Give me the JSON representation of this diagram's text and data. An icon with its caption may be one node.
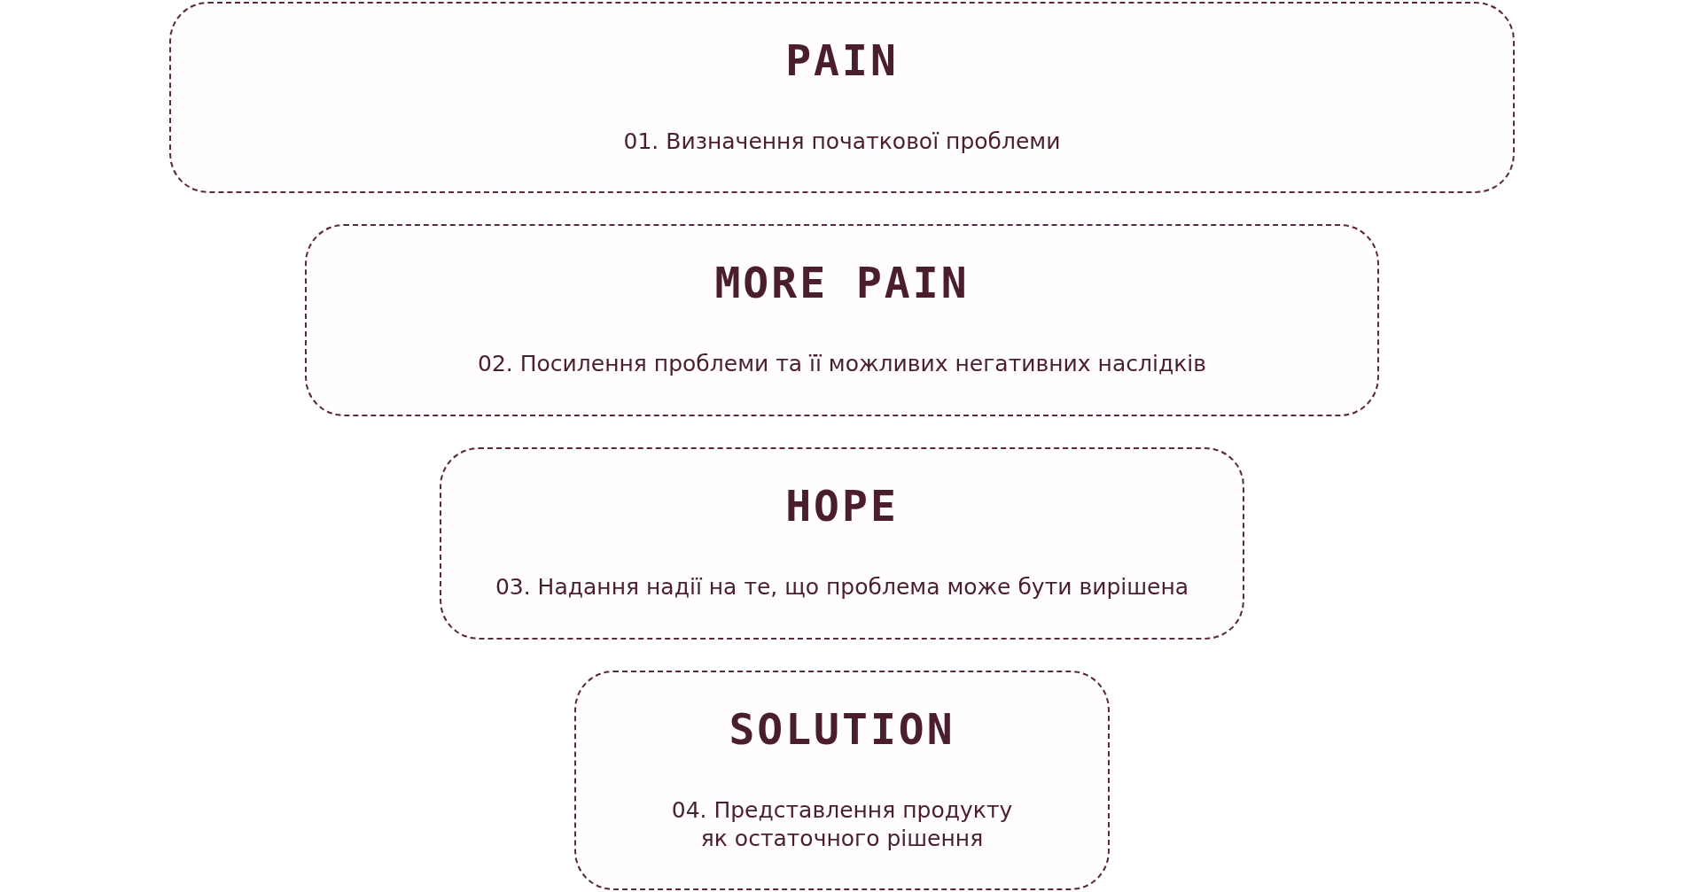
{
  "diagram": {
    "nodes": [
      {
        "text": [
          "PAIN",
          "01. Визначення початкової проблеми"
        ]
      },
      {
        "text": [
          "MORE PAIN",
          "02. Посилення проблеми та її можливих негативних наслідків"
        ]
      },
      {
        "text": [
          "HOPE",
          "03. Надання надії на те, що проблема може бути вирішена"
        ]
      },
      {
        "text": [
          "SOLUTION",
          "04. Представлення продукту як остаточного рішення"
        ]
      }
    ],
    "edges": []
  }
}
